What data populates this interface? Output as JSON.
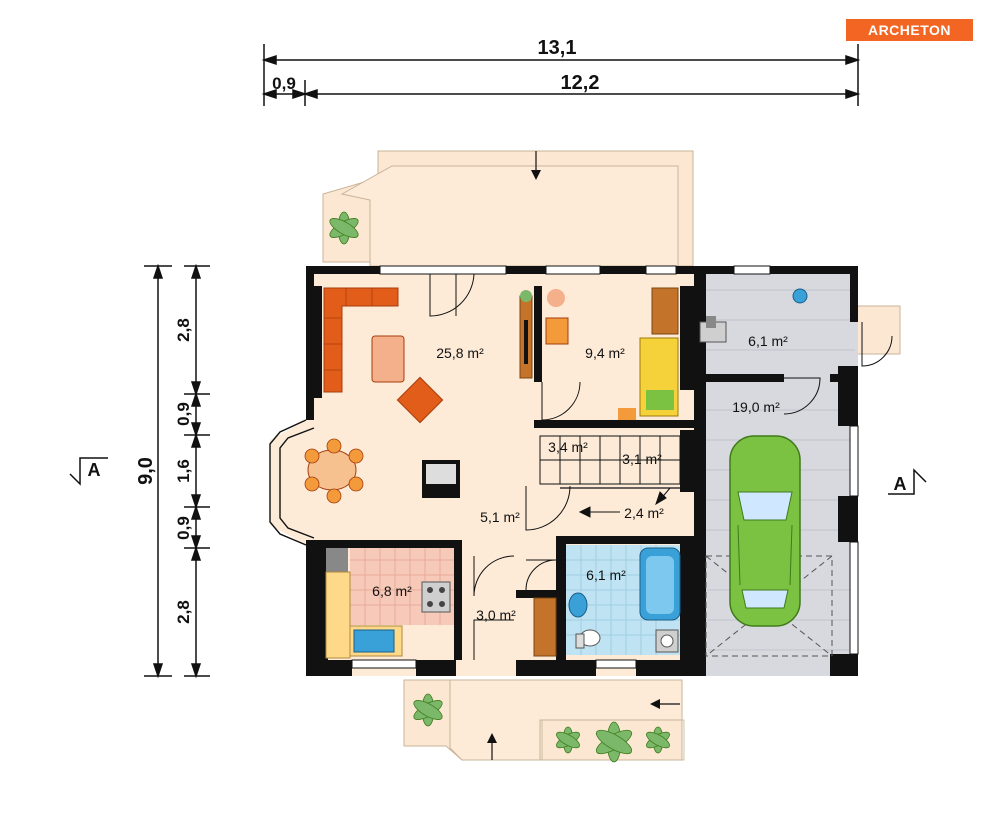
{
  "brand": {
    "logo_text": "ARCHETON",
    "color": "#f26522"
  },
  "dimensions": {
    "top_total": "13,1",
    "top_left": "0,9",
    "top_main": "12,2",
    "left_total": "9,0",
    "left_segments": [
      "2,8",
      "0,9",
      "1,6",
      "0,9",
      "2,8"
    ]
  },
  "section_marks": {
    "left": "A",
    "right": "A"
  },
  "rooms": [
    {
      "id": "living",
      "area": "25,8 m²"
    },
    {
      "id": "bedroom",
      "area": "9,4 m²"
    },
    {
      "id": "boiler",
      "area": "6,1 m²"
    },
    {
      "id": "garage",
      "area": "19,0 m²"
    },
    {
      "id": "stairs-a",
      "area": "3,4 m²"
    },
    {
      "id": "stairs-b",
      "area": "3,1 m²"
    },
    {
      "id": "hall",
      "area": "5,1 m²"
    },
    {
      "id": "corridor",
      "area": "2,4 m²"
    },
    {
      "id": "kitchen",
      "area": "6,8 m²"
    },
    {
      "id": "bathroom",
      "area": "6,1 m²"
    },
    {
      "id": "vestibule",
      "area": "3,0 m²"
    }
  ],
  "colors": {
    "floor": "#fdebd8",
    "wall": "#111111",
    "terrace": "#fbe7d2",
    "garage_floor": "#d7d9de",
    "bath_tile": "#bfe3f2",
    "kitchen_tile": "#f6c9b9",
    "sofa": "#e35d1a",
    "car": "#7cc242",
    "plant": "#7cb86a"
  }
}
